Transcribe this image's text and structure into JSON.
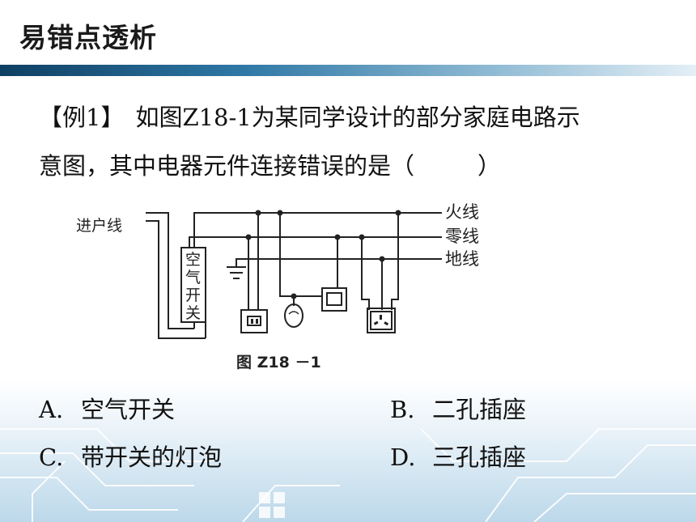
{
  "header": {
    "title": "易错点透析"
  },
  "question": {
    "tag": "【例1】",
    "line1": "如图Z18-1为某同学设计的部分家庭电路示",
    "line2_start": "意图，其中电器元件连接错误的是（",
    "line2_end": "）"
  },
  "figure": {
    "caption": "图 Z18 －1",
    "labels": {
      "incoming": "进户线",
      "live": "火线",
      "neutral": "零线",
      "ground": "地线",
      "breaker": [
        "空",
        "气",
        "开",
        "关"
      ]
    }
  },
  "options": [
    {
      "letter": "A.",
      "text": "空气开关"
    },
    {
      "letter": "B.",
      "text": "二孔插座"
    },
    {
      "letter": "C.",
      "text": "带开关的灯泡"
    },
    {
      "letter": "D.",
      "text": "三孔插座"
    }
  ],
  "colors": {
    "title_bar_dark": "#0e3f63",
    "title_bar_light": "#e4eff6"
  }
}
